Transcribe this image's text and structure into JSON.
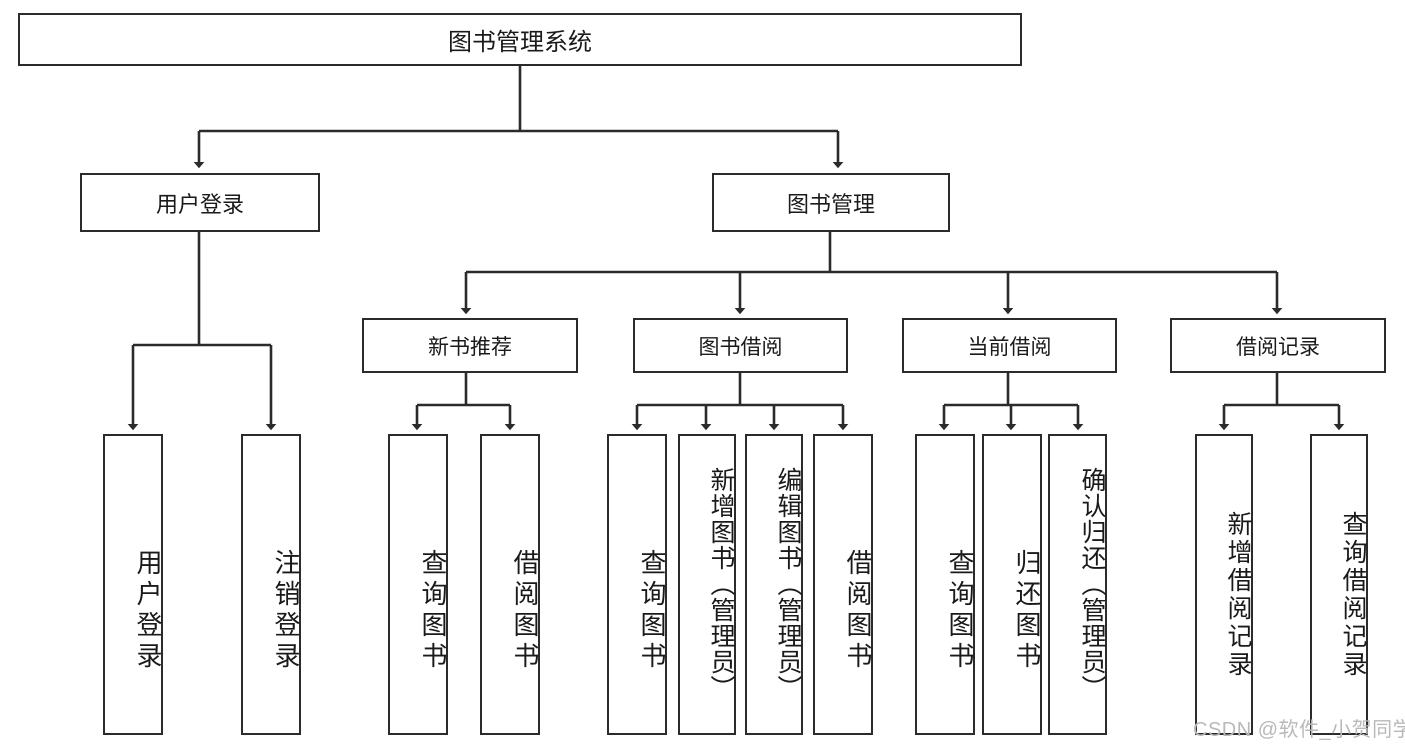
{
  "diagram": {
    "type": "tree-hierarchy",
    "title": "图书管理系统",
    "watermark": "CSDN @软件_小贺同学",
    "colors": {
      "box_border": "#2b2b2b",
      "box_fill": "#ffffff",
      "connector": "#2b2b2b",
      "text": "#1a1a1a",
      "watermark": "#b9b9b9"
    },
    "root": {
      "label": "图书管理系统"
    },
    "level2": [
      {
        "label": "用户登录"
      },
      {
        "label": "图书管理"
      }
    ],
    "level3": [
      {
        "label": "新书推荐"
      },
      {
        "label": "图书借阅"
      },
      {
        "label": "当前借阅"
      },
      {
        "label": "借阅记录"
      }
    ],
    "leaves": [
      {
        "label": "用户登录",
        "parent": "用户登录"
      },
      {
        "label": "注销登录",
        "parent": "用户登录"
      },
      {
        "label": "查询图书",
        "parent": "新书推荐"
      },
      {
        "label": "借阅图书",
        "parent": "新书推荐"
      },
      {
        "label": "查询图书",
        "parent": "图书借阅"
      },
      {
        "label": "新增图书（管理员）",
        "parent": "图书借阅"
      },
      {
        "label": "编辑图书（管理员）",
        "parent": "图书借阅"
      },
      {
        "label": "借阅图书",
        "parent": "图书借阅"
      },
      {
        "label": "查询图书",
        "parent": "当前借阅"
      },
      {
        "label": "归还图书",
        "parent": "当前借阅"
      },
      {
        "label": "确认归还（管理员）",
        "parent": "当前借阅"
      },
      {
        "label": "新增借阅记录",
        "parent": "借阅记录"
      },
      {
        "label": "查询借阅记录",
        "parent": "借阅记录"
      }
    ]
  }
}
